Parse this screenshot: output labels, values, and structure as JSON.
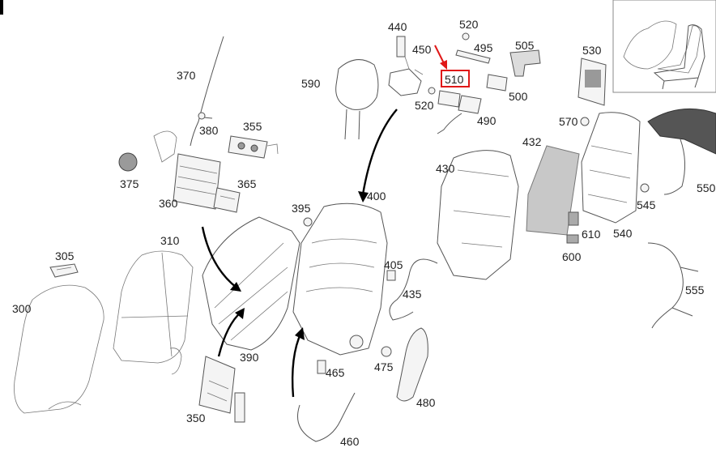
{
  "diagram": {
    "highlight_color": "#e01818",
    "parts": [
      {
        "id": "p300",
        "label": "300"
      },
      {
        "id": "p305",
        "label": "305"
      },
      {
        "id": "p310",
        "label": "310"
      },
      {
        "id": "p350",
        "label": "350"
      },
      {
        "id": "p355",
        "label": "355"
      },
      {
        "id": "p360",
        "label": "360"
      },
      {
        "id": "p365",
        "label": "365"
      },
      {
        "id": "p370",
        "label": "370"
      },
      {
        "id": "p375",
        "label": "375"
      },
      {
        "id": "p380",
        "label": "380"
      },
      {
        "id": "p390",
        "label": "390"
      },
      {
        "id": "p395",
        "label": "395"
      },
      {
        "id": "p400",
        "label": "400"
      },
      {
        "id": "p405",
        "label": "405"
      },
      {
        "id": "p430",
        "label": "430"
      },
      {
        "id": "p432",
        "label": "432"
      },
      {
        "id": "p435",
        "label": "435"
      },
      {
        "id": "p440",
        "label": "440"
      },
      {
        "id": "p450",
        "label": "450"
      },
      {
        "id": "p460",
        "label": "460"
      },
      {
        "id": "p465",
        "label": "465"
      },
      {
        "id": "p475",
        "label": "475"
      },
      {
        "id": "p480",
        "label": "480"
      },
      {
        "id": "p490",
        "label": "490"
      },
      {
        "id": "p495",
        "label": "495"
      },
      {
        "id": "p500",
        "label": "500"
      },
      {
        "id": "p505",
        "label": "505"
      },
      {
        "id": "p510",
        "label": "510",
        "highlighted": true
      },
      {
        "id": "p520a",
        "label": "520"
      },
      {
        "id": "p520b",
        "label": "520"
      },
      {
        "id": "p530",
        "label": "530"
      },
      {
        "id": "p540",
        "label": "540"
      },
      {
        "id": "p545",
        "label": "545"
      },
      {
        "id": "p550",
        "label": "550"
      },
      {
        "id": "p555",
        "label": "555"
      },
      {
        "id": "p570",
        "label": "570"
      },
      {
        "id": "p590",
        "label": "590"
      },
      {
        "id": "p600",
        "label": "600"
      },
      {
        "id": "p610",
        "label": "610"
      }
    ]
  }
}
